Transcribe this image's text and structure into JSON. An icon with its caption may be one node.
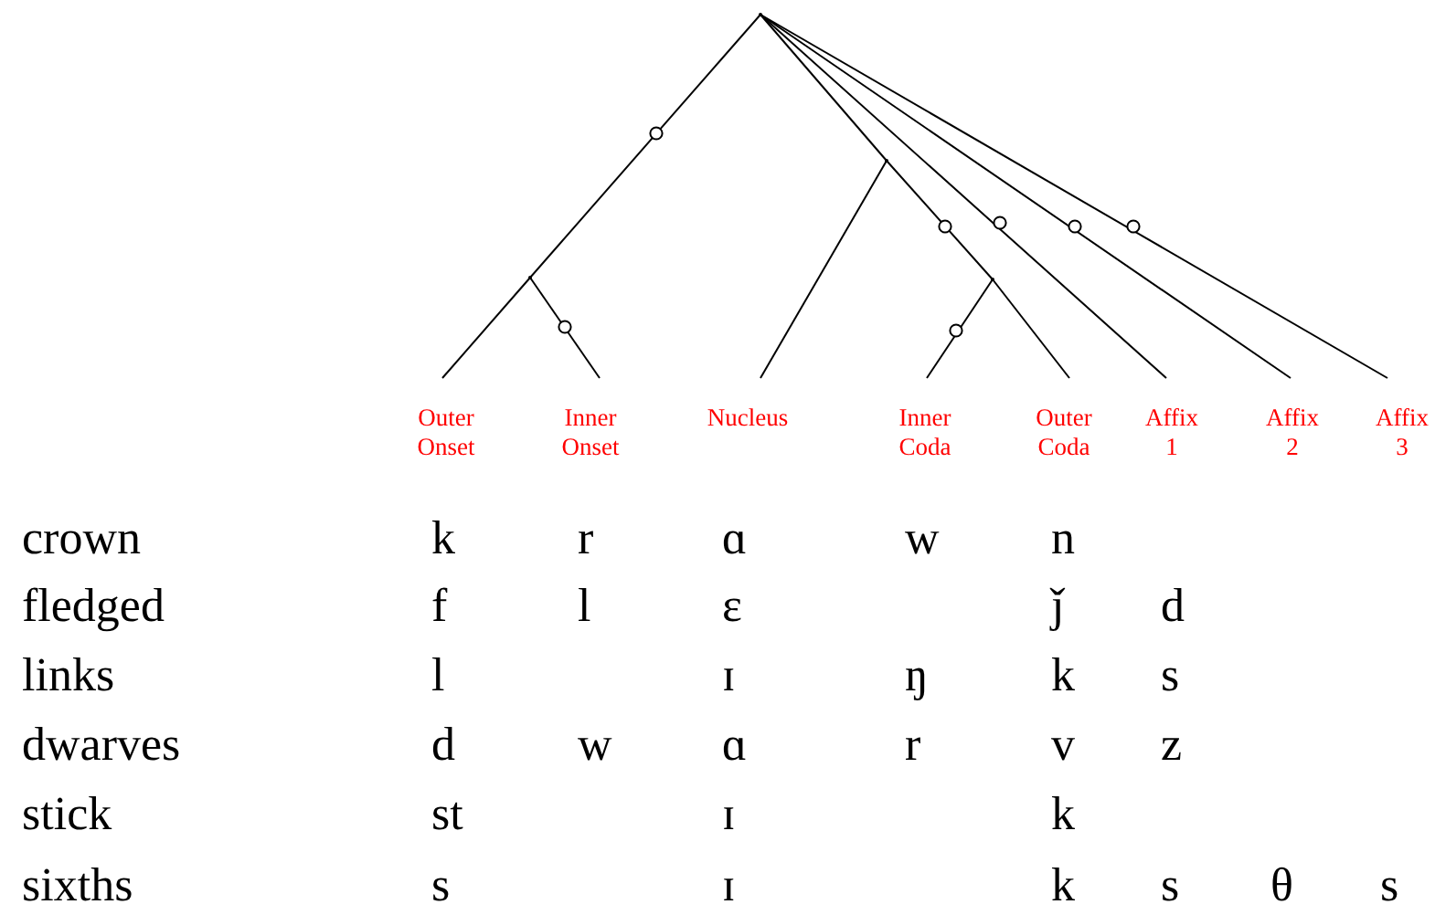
{
  "diagram": {
    "nodes": [
      {
        "text": [],
        "shape": "point"
      },
      {
        "text": [],
        "shape": "point"
      },
      {
        "text": [],
        "shape": "point"
      },
      {
        "text": [],
        "shape": "point"
      },
      {
        "text": [
          "Outer Onset"
        ]
      },
      {
        "text": [
          "Inner Onset"
        ]
      },
      {
        "text": [
          "Nucleus"
        ]
      },
      {
        "text": [
          "Inner Coda"
        ]
      },
      {
        "text": [
          "Outer Coda"
        ]
      },
      {
        "text": [
          "Affix 1"
        ]
      },
      {
        "text": [
          "Affix 2"
        ]
      },
      {
        "text": [
          "Affix 3"
        ]
      }
    ],
    "edges": [
      {
        "from": 0,
        "to": 1,
        "arrow": "none"
      },
      {
        "from": 1,
        "to": 4,
        "arrow": "none"
      },
      {
        "from": 1,
        "to": 5,
        "arrow": "none"
      },
      {
        "from": 0,
        "to": 2,
        "arrow": "none"
      },
      {
        "from": 2,
        "to": 6,
        "arrow": "none"
      },
      {
        "from": 2,
        "to": 3,
        "arrow": "none"
      },
      {
        "from": 3,
        "to": 7,
        "arrow": "none"
      },
      {
        "from": 3,
        "to": 8,
        "arrow": "none"
      },
      {
        "from": 0,
        "to": 9,
        "arrow": "none"
      },
      {
        "from": 0,
        "to": 10,
        "arrow": "none"
      },
      {
        "from": 0,
        "to": 11,
        "arrow": "none"
      }
    ],
    "labels": [
      "crown",
      "k",
      "r",
      "ɑ",
      "w",
      "n",
      "fledged",
      "f",
      "l",
      "ɛ",
      "ǰ",
      "d",
      "links",
      "l",
      "ɪ",
      "ŋ",
      "k",
      "s",
      "dwarves",
      "d",
      "w",
      "ɑ",
      "r",
      "v",
      "z",
      "stick",
      "st",
      "ɪ",
      "k",
      "sixths",
      "s",
      "ɪ",
      "k",
      "s",
      "θ",
      "s"
    ]
  }
}
